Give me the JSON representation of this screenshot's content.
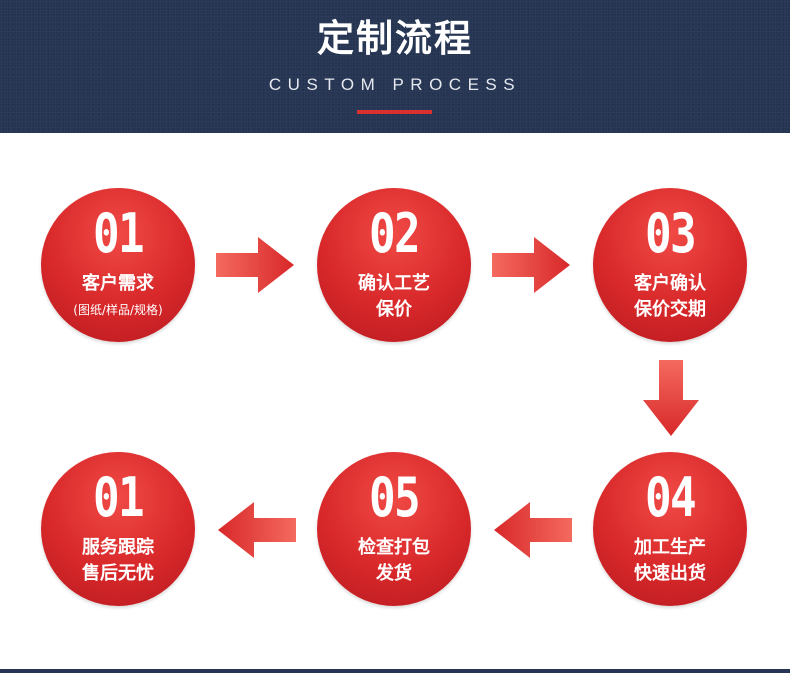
{
  "header": {
    "title": "定制流程",
    "subtitle": "CUSTOM PROCESS"
  },
  "steps": [
    {
      "num": "01",
      "line1": "客户需求",
      "line2": "(图纸/样品/规格)"
    },
    {
      "num": "02",
      "line1": "确认工艺",
      "line2": "保价"
    },
    {
      "num": "03",
      "line1": "客户确认",
      "line2": "保价交期"
    },
    {
      "num": "04",
      "line1": "加工生产",
      "line2": "快速出货"
    },
    {
      "num": "05",
      "line1": "检查打包",
      "line2": "发货"
    },
    {
      "num": "01",
      "line1": "服务跟踪",
      "line2": "售后无忧"
    }
  ],
  "colors": {
    "header_bg": "#253553",
    "accent_red": "#d8282a"
  },
  "icons": [
    "arrow-right-icon",
    "arrow-down-icon",
    "arrow-left-icon"
  ]
}
